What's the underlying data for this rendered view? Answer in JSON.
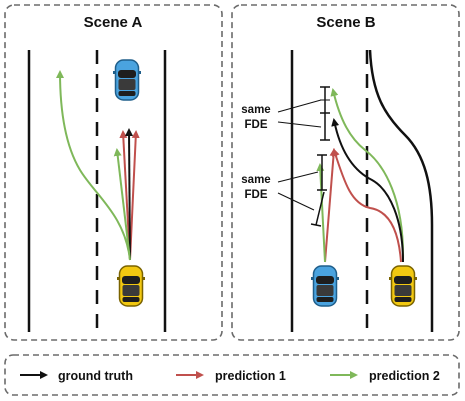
{
  "scene_a": {
    "title": "Scene A"
  },
  "scene_b": {
    "title": "Scene B",
    "annotations": [
      {
        "line1": "same",
        "line2": "FDE"
      },
      {
        "line1": "same",
        "line2": "FDE"
      }
    ]
  },
  "legend": {
    "items": [
      {
        "label": "ground truth",
        "color": "#111111"
      },
      {
        "label": "prediction 1",
        "color": "#c0504d"
      },
      {
        "label": "prediction 2",
        "color": "#7fb85a"
      }
    ]
  },
  "colors": {
    "ground_truth": "#111111",
    "prediction_1": "#c0504d",
    "prediction_2": "#7fb85a",
    "ego_car": "#f2c811",
    "other_car": "#4aa3df",
    "panel_border": "#6b6b6b"
  }
}
